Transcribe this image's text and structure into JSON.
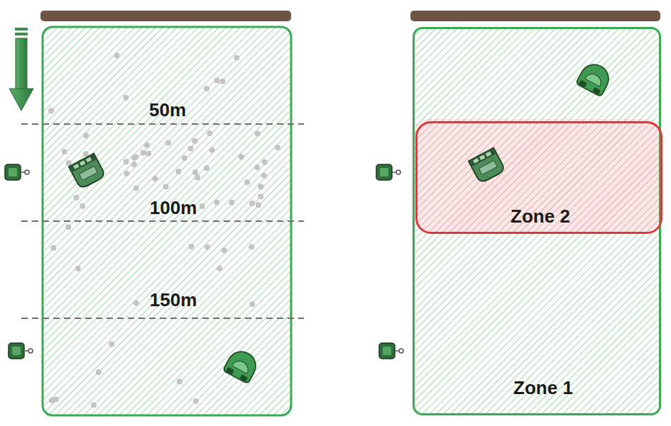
{
  "diagram": {
    "nodes": [
      {
        "text": [
          "Zone 1"
        ]
      },
      {
        "text": [
          "Zone 2"
        ],
        "in": 0
      }
    ],
    "labels": [
      "50m",
      "100m",
      "150m"
    ]
  }
}
